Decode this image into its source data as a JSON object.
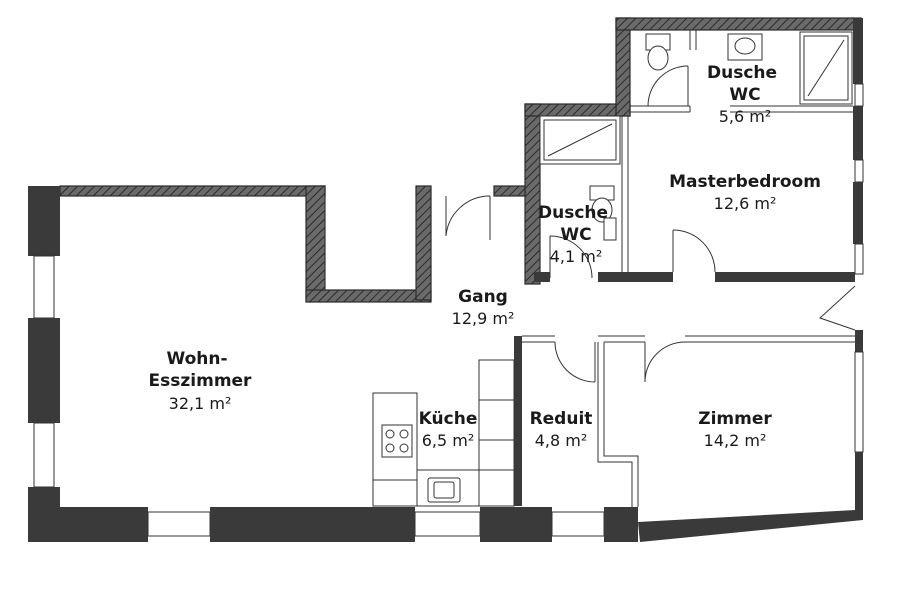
{
  "plan": {
    "rooms": [
      {
        "id": "wohn",
        "name_lines": [
          "Wohn-",
          "Esszimmer"
        ],
        "area": "32,1 m²"
      },
      {
        "id": "kueche",
        "name_lines": [
          "Küche"
        ],
        "area": "6,5 m²"
      },
      {
        "id": "reduit",
        "name_lines": [
          "Reduit"
        ],
        "area": "4,8 m²"
      },
      {
        "id": "zimmer",
        "name_lines": [
          "Zimmer"
        ],
        "area": "14,2 m²"
      },
      {
        "id": "gang",
        "name_lines": [
          "Gang"
        ],
        "area": "12,9 m²"
      },
      {
        "id": "dusche-small",
        "name_lines": [
          "Dusche",
          "WC"
        ],
        "area": "4,1 m²"
      },
      {
        "id": "master",
        "name_lines": [
          "Masterbedroom"
        ],
        "area": "12,6 m²"
      },
      {
        "id": "dusche-master",
        "name_lines": [
          "Dusche",
          "WC"
        ],
        "area": "5,6 m²"
      }
    ]
  },
  "colors": {
    "wall": "#555555",
    "hatch_line": "#2a2a2a",
    "background": "#ffffff"
  }
}
